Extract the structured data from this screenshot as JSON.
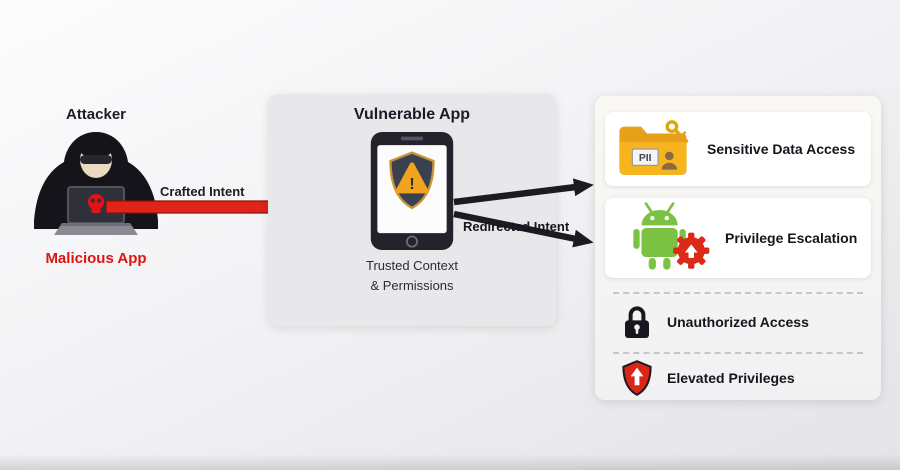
{
  "diagram": {
    "attacker": {
      "title": "Attacker",
      "app_label": "Malicious App"
    },
    "flow": {
      "crafted_intent_label": "Crafted Intent",
      "redirected_intent_label": "Redirected Intent"
    },
    "vulnerable_app": {
      "title": "Vulnerable App",
      "caption_line1": "Trusted Context",
      "caption_line2": "& Permissions",
      "warning_mark": "!"
    },
    "folder_badge": "PII",
    "outcomes": [
      {
        "label": "Sensitive Data Access",
        "icon": "folder-pii-key-icon"
      },
      {
        "label": "Privilege Escalation",
        "icon": "android-gear-icon"
      },
      {
        "label": "Unauthorized Access",
        "icon": "padlock-icon"
      },
      {
        "label": "Elevated Privileges",
        "icon": "shield-up-arrow-icon"
      }
    ],
    "colors": {
      "accent_red": "#e02318",
      "arrow_dark": "#1b1b22",
      "android_green": "#7cc242",
      "warning_orange": "#f2a41f",
      "folder_yellow": "#f6b51f"
    }
  }
}
